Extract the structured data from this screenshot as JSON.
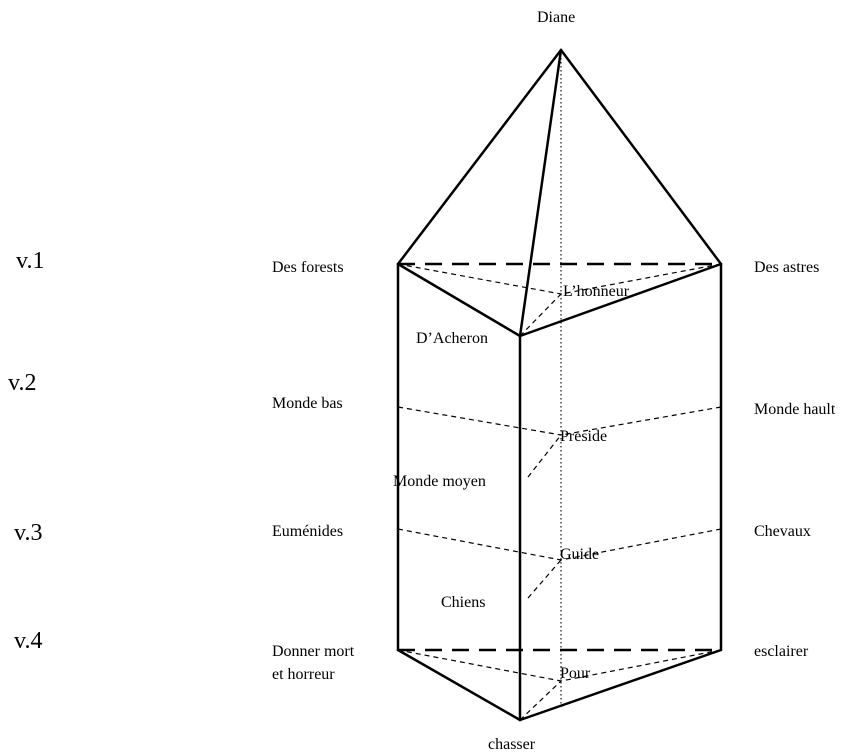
{
  "verses": [
    {
      "id": "v1",
      "label": "v.1"
    },
    {
      "id": "v2",
      "label": "v.2"
    },
    {
      "id": "v3",
      "label": "v.3"
    },
    {
      "id": "v4",
      "label": "v.4"
    }
  ],
  "labels": {
    "apex": "Diane",
    "v1_left": "Des forests",
    "v1_right": "Des astres",
    "v1_back": "L’honneur",
    "v1_front": "D’Acheron",
    "v2_left": "Monde bas",
    "v2_right": "Monde hault",
    "v2_center": "Preside",
    "v2_front": "Monde moyen",
    "v3_left": "Euménides",
    "v3_right": "Chevaux",
    "v3_center": "Guide",
    "v3_front": "Chiens",
    "v4_left_line1": "Donner mort",
    "v4_left_line2": "et horreur",
    "v4_right": "esclairer",
    "v4_center": "Pour",
    "bottom": "chasser"
  }
}
